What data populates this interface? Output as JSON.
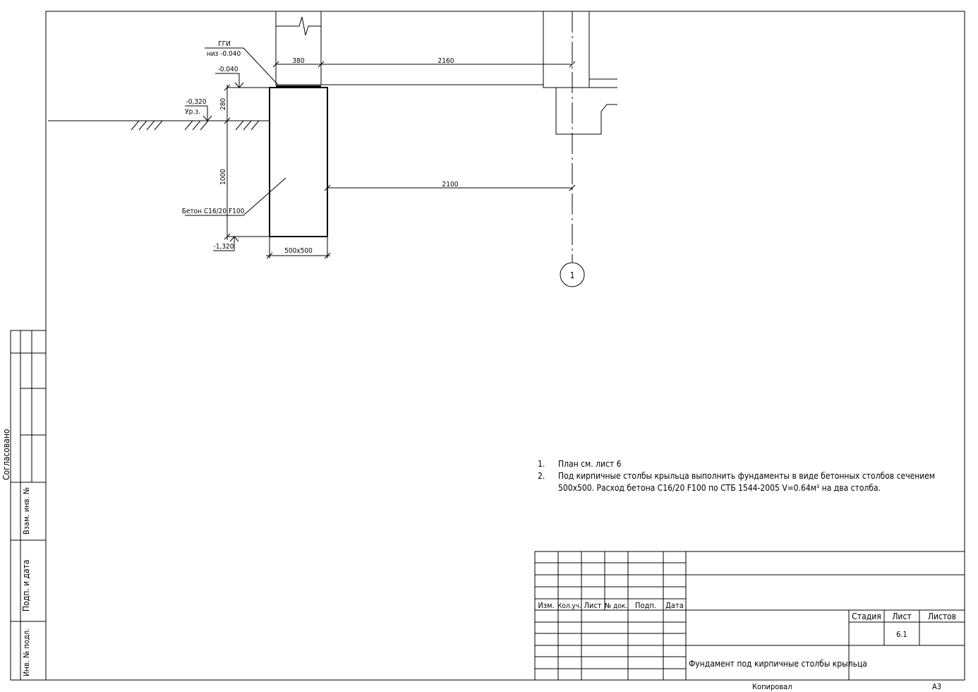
{
  "drawing": {
    "labels": {
      "ggi": "ГГИ",
      "ggi_bottom": "низ -0.040",
      "level_top": "-0.040",
      "level_ground": "-0,320",
      "ground_label": "Ур.з.",
      "level_bottom": "-1,320",
      "concrete": "Бетон С16/20 F100",
      "dim_wall": "380",
      "dim_top_span": "2160",
      "dim_bottom_span": "2100",
      "dim_280": "280",
      "dim_1000": "1000",
      "dim_section": "500х500",
      "axis": "1"
    },
    "notes": [
      {
        "num": "1.",
        "text": "План см. лист 6"
      },
      {
        "num": "2.",
        "text": "Под кирпичные столбы крыльца выполнить фундаменты в виде бетонных столбов сечением"
      },
      {
        "num": "",
        "text": "500х500. Расход бетона С16/20 F100 по СТБ 1544-2005 V=0.64м³ на два столба."
      }
    ]
  },
  "left_stamps": {
    "agreed": "Согласовано",
    "replace_inv": "Взам. инв. №",
    "sign_date": "Подп. и дата",
    "inv_orig": "Инв. № подл."
  },
  "title_block": {
    "headers": [
      "Изм.",
      "Кол.уч.",
      "Лист",
      "№ док.",
      "Подп.",
      "Дата"
    ],
    "stage_header": "Стадия",
    "sheet_header": "Лист",
    "sheets_header": "Листов",
    "stage_value": "",
    "sheet_value": "6.1",
    "sheets_value": "",
    "title": "Фундамент под кирпичные столбы крыльца"
  },
  "footer": {
    "copied": "Копировал",
    "format": "А3"
  }
}
